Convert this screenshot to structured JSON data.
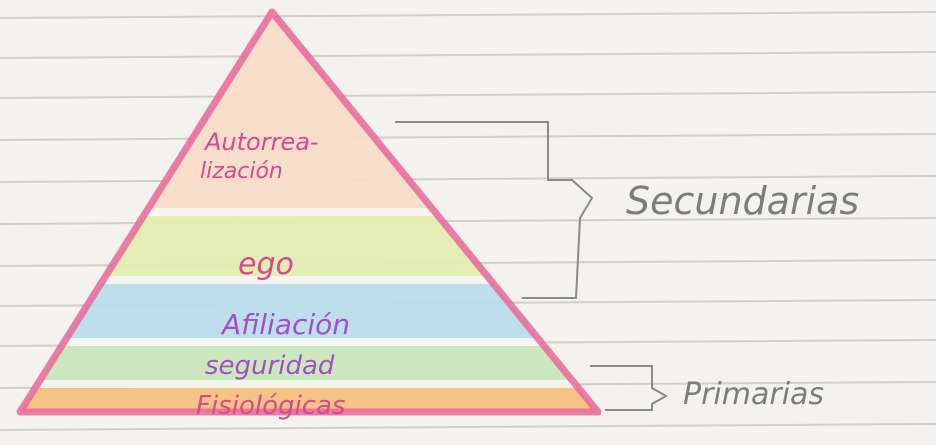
{
  "colors": {
    "paper": "#f4f2ee",
    "ruled_line": "#c9c8c6",
    "outline": "#e8679b",
    "layer_top": "#f6dcc8",
    "layer_ego": "#e2ecb0",
    "layer_afiliacion": "#b9dcea",
    "layer_seguridad": "#c9e6b9",
    "layer_base": "#f4c07c",
    "text_pink": "#d84a8e",
    "text_purple": "#a34fc7",
    "ink_gray": "#8a8a8a"
  },
  "pyramid": {
    "levels": [
      {
        "label_line1": "Autorrea-",
        "label_line2": "lización"
      },
      {
        "label": "ego"
      },
      {
        "label": "Afiliación"
      },
      {
        "label": "seguridad"
      },
      {
        "label": "Fisiológicas"
      }
    ]
  },
  "groups": {
    "secondary": "Secundarias",
    "primary": "Primarias"
  }
}
